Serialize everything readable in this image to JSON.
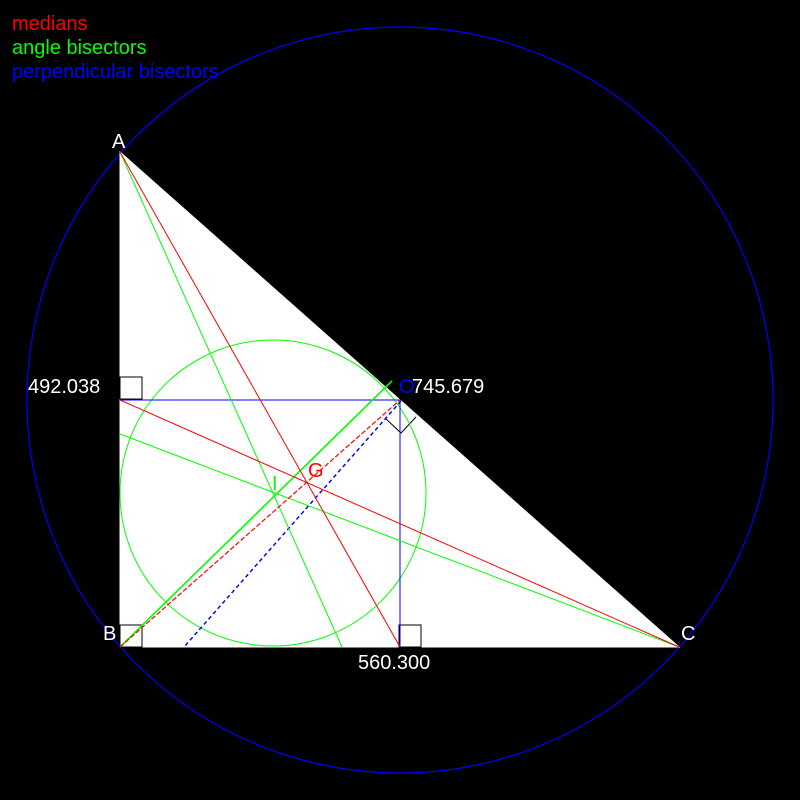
{
  "legend": {
    "medians": "medians",
    "angle_bisectors": "angle bisectors",
    "perpendicular_bisectors": "perpendicular bisectors"
  },
  "vertices": {
    "a": "A",
    "b": "B",
    "c": "C"
  },
  "centers": {
    "centroid": "G",
    "incenter": "I",
    "circumcenter": "O"
  },
  "side_lengths": {
    "ab": "492.038",
    "bc": "560.300",
    "ca": "745.679"
  },
  "colors": {
    "background": "#000000",
    "triangle_fill": "#ffffff",
    "medians": "#ff0000",
    "angle_bisectors": "#00ff00",
    "perpendicular_bisectors": "#0000ff",
    "labels": "#ffffff"
  }
}
